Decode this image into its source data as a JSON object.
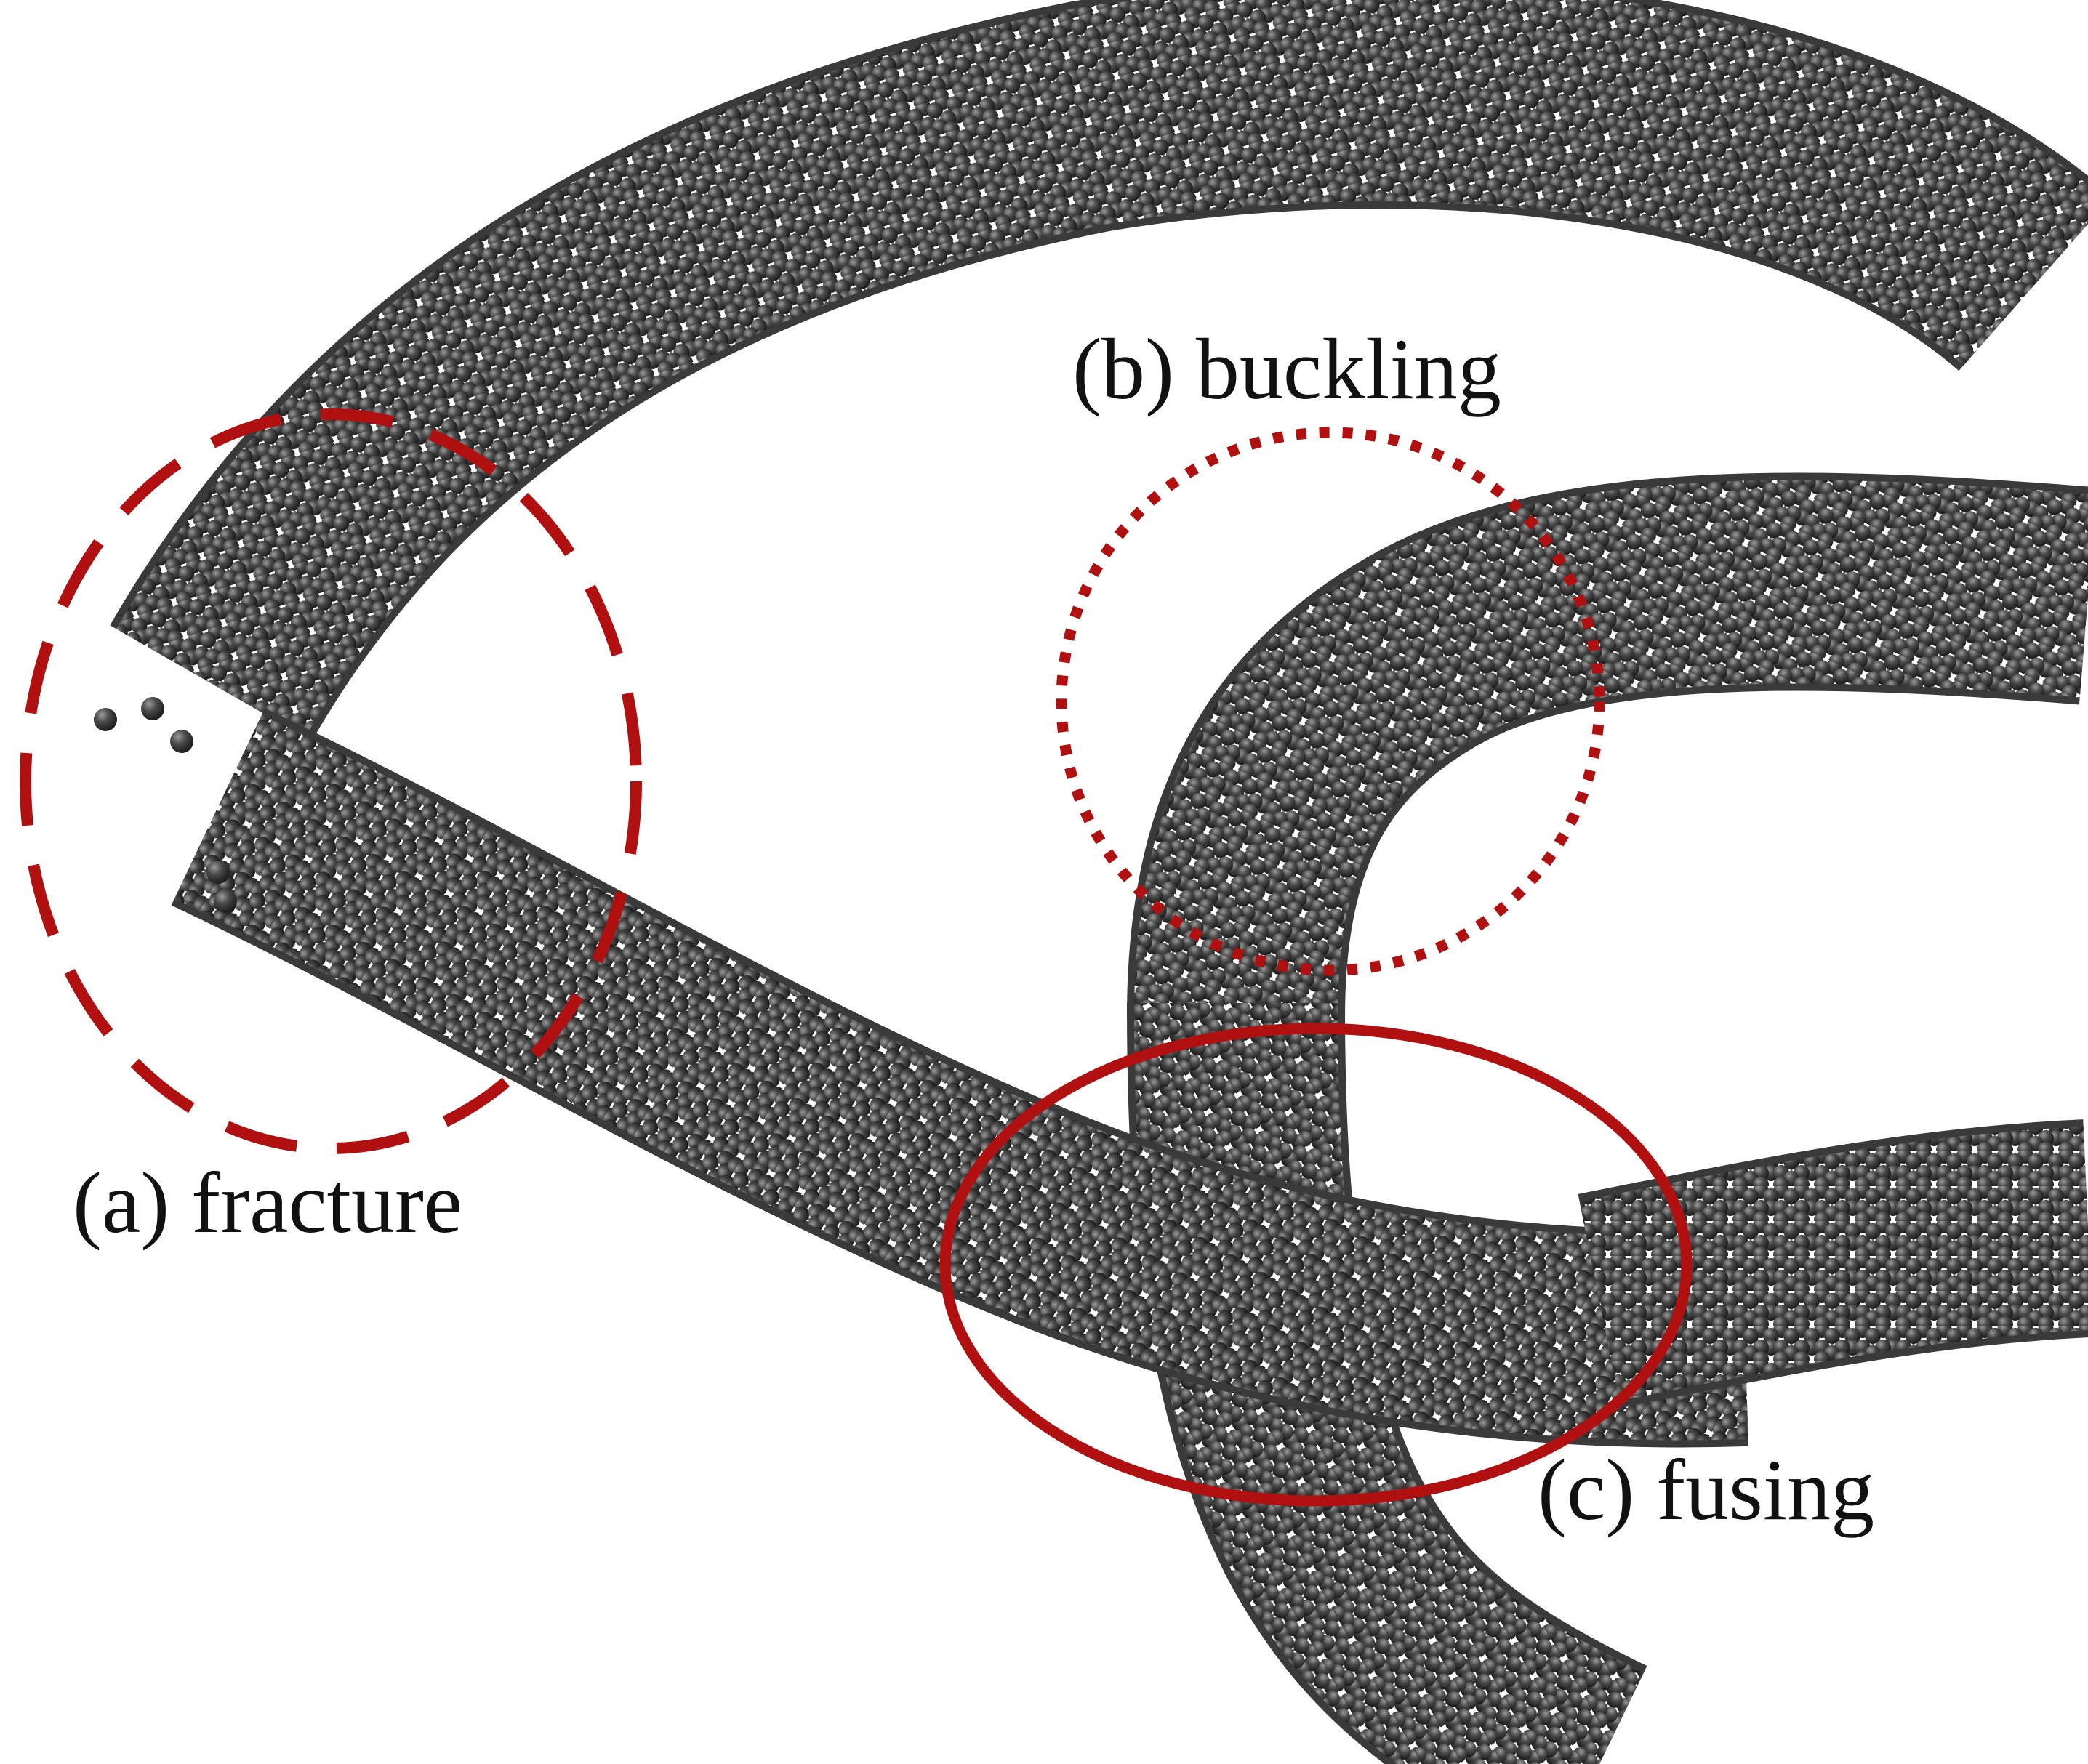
{
  "figure": {
    "background": "#ffffff",
    "atom_color": "#3a3a3a",
    "bond_color": "#6e6e6e",
    "highlight_color": "#b01010"
  },
  "annotations": {
    "fracture": {
      "label": "(a) fracture",
      "outline_style": "dashed"
    },
    "buckling": {
      "label": "(b) buckling",
      "outline_style": "dotted"
    },
    "fusing": {
      "label": "(c) fusing",
      "outline_style": "solid"
    }
  }
}
